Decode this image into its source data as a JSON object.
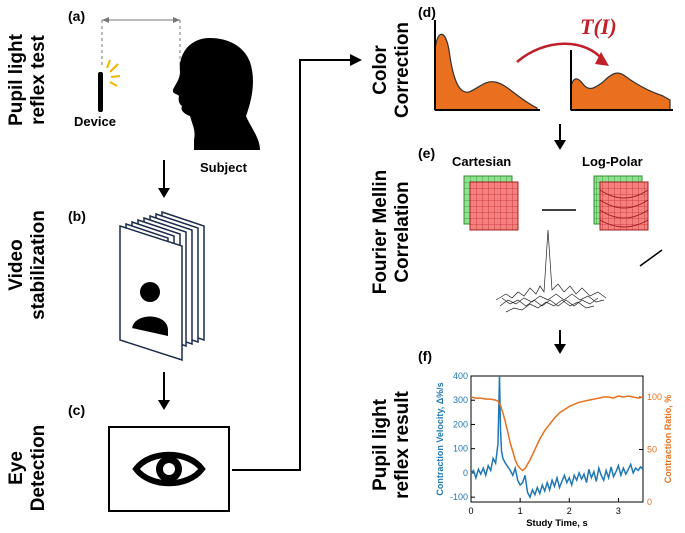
{
  "panels": {
    "a": {
      "letter": "(a)",
      "label_line1": "Pupil light",
      "label_line2": "reflex test",
      "device": "Device",
      "subject": "Subject"
    },
    "b": {
      "letter": "(b)",
      "label_line1": "Video",
      "label_line2": "stabilization"
    },
    "c": {
      "letter": "(c)",
      "label_line1": "Eye",
      "label_line2": "Detection"
    },
    "d": {
      "letter": "(d)",
      "label_line1": "Color",
      "label_line2": "Correction",
      "transform": "T(I)"
    },
    "e": {
      "letter": "(e)",
      "label_line1": "Fourier Mellin",
      "label_line2": "Correlation",
      "cartesian": "Cartesian",
      "logpolar": "Log-Polar"
    },
    "f": {
      "letter": "(f)",
      "label_line1": "Pupil light",
      "label_line2": "reflex result"
    }
  },
  "colors": {
    "orange": "#e8701f",
    "blue": "#1f77b4",
    "grid_red": "#f08080",
    "grid_green": "#8fe08f",
    "arrow_red": "#c0202a"
  },
  "chart_data": {
    "type": "line",
    "xlabel": "Study Time, s",
    "ylabel_left": "Contraction Velocity, Δ%/s",
    "ylabel_right": "Contraction Ratio, %",
    "xlim": [
      0,
      3.5
    ],
    "ylim_left": [
      -120,
      400
    ],
    "ylim_right": [
      0,
      120
    ],
    "x_ticks": [
      0,
      1,
      2,
      3
    ],
    "y_ticks_left": [
      -100,
      0,
      100,
      200,
      300,
      400
    ],
    "y_ticks_right": [
      0,
      50,
      100
    ],
    "series": [
      {
        "axis": "left",
        "color": "#1f77b4",
        "x": [
          0,
          0.05,
          0.1,
          0.15,
          0.2,
          0.25,
          0.3,
          0.35,
          0.4,
          0.45,
          0.5,
          0.55,
          0.58,
          0.6,
          0.62,
          0.65,
          0.7,
          0.75,
          0.8,
          0.85,
          0.9,
          0.95,
          1.0,
          1.05,
          1.1,
          1.15,
          1.2,
          1.25,
          1.3,
          1.35,
          1.4,
          1.45,
          1.5,
          1.55,
          1.6,
          1.65,
          1.7,
          1.75,
          1.8,
          1.85,
          1.9,
          1.95,
          2.0,
          2.05,
          2.1,
          2.15,
          2.2,
          2.25,
          2.3,
          2.35,
          2.4,
          2.45,
          2.5,
          2.55,
          2.6,
          2.65,
          2.7,
          2.75,
          2.8,
          2.85,
          2.9,
          2.95,
          3.0,
          3.05,
          3.1,
          3.15,
          3.2,
          3.25,
          3.3,
          3.35,
          3.4,
          3.45,
          3.5
        ],
        "y": [
          0,
          10,
          -20,
          15,
          -5,
          20,
          -10,
          30,
          10,
          60,
          40,
          120,
          400,
          180,
          90,
          60,
          40,
          25,
          10,
          -10,
          20,
          -30,
          -50,
          -40,
          -10,
          -80,
          -100,
          -70,
          -90,
          -60,
          -85,
          -50,
          -75,
          -40,
          -70,
          -30,
          -55,
          -20,
          -60,
          -35,
          -10,
          -40,
          -20,
          -50,
          -10,
          -30,
          0,
          -25,
          -5,
          -40,
          15,
          -20,
          5,
          -35,
          20,
          -10,
          -30,
          10,
          -20,
          25,
          -15,
          5,
          30,
          -10,
          20,
          -5,
          15,
          35,
          0,
          20,
          10,
          25,
          15
        ]
      },
      {
        "axis": "right",
        "color": "#e8701f",
        "x": [
          0,
          0.1,
          0.2,
          0.3,
          0.4,
          0.5,
          0.55,
          0.6,
          0.65,
          0.7,
          0.75,
          0.8,
          0.85,
          0.9,
          0.95,
          1.0,
          1.05,
          1.1,
          1.2,
          1.3,
          1.4,
          1.5,
          1.6,
          1.7,
          1.8,
          1.9,
          2.0,
          2.1,
          2.2,
          2.3,
          2.4,
          2.5,
          2.6,
          2.7,
          2.8,
          2.9,
          3.0,
          3.1,
          3.2,
          3.3,
          3.4,
          3.5
        ],
        "y": [
          100,
          99,
          99,
          98,
          98,
          97,
          96,
          92,
          85,
          76,
          66,
          56,
          48,
          40,
          35,
          32,
          30,
          32,
          40,
          50,
          60,
          68,
          74,
          80,
          85,
          88,
          91,
          93,
          95,
          96,
          97,
          98,
          99,
          100,
          100,
          99,
          101,
          100,
          101,
          100,
          99,
          100
        ]
      }
    ]
  }
}
